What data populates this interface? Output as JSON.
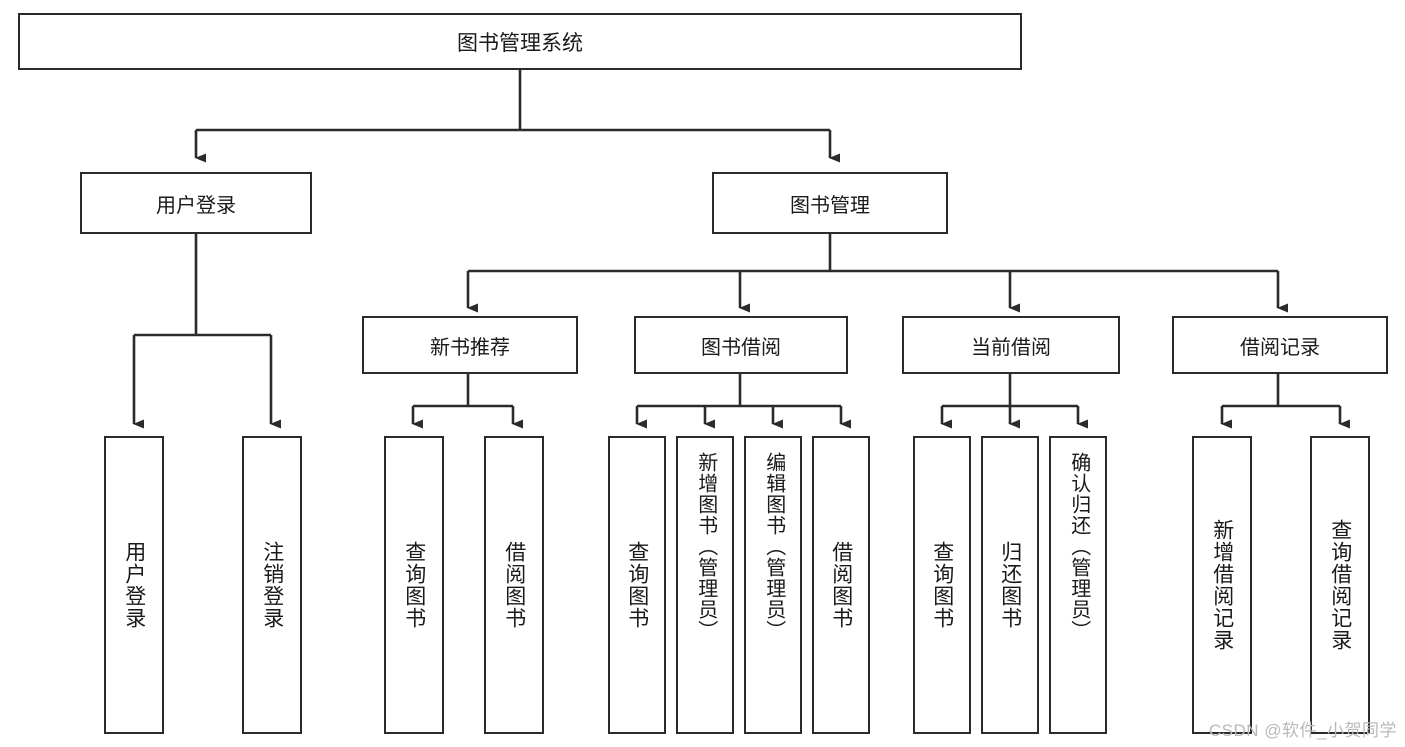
{
  "diagram": {
    "title": "图书管理系统",
    "type": "tree-hierarchy-diagram",
    "watermark": "CSDN @软件_小贺同学",
    "colors": {
      "background": "#ffffff",
      "box_border": "#2b2b2b",
      "box_fill": "#ffffff",
      "text": "#1a1a1a",
      "edge": "#2b2b2b",
      "watermark": "#b9b9b9"
    },
    "root": {
      "label": "图书管理系统"
    },
    "level2": [
      {
        "label": "用户登录"
      },
      {
        "label": "图书管理"
      }
    ],
    "level3": [
      {
        "label": "新书推荐"
      },
      {
        "label": "图书借阅"
      },
      {
        "label": "当前借阅"
      },
      {
        "label": "借阅记录"
      }
    ],
    "leaves": {
      "user_login": [
        {
          "label": "用户登录"
        },
        {
          "label": "注销登录"
        }
      ],
      "new_book_recommend": [
        {
          "label": "查询图书"
        },
        {
          "label": "借阅图书"
        }
      ],
      "book_borrow": [
        {
          "label": "查询图书"
        },
        {
          "label": "新增图书（管理员）"
        },
        {
          "label": "编辑图书（管理员）"
        },
        {
          "label": "借阅图书"
        }
      ],
      "current_borrow": [
        {
          "label": "查询图书"
        },
        {
          "label": "归还图书"
        },
        {
          "label": "确认归还（管理员）"
        }
      ],
      "borrow_record": [
        {
          "label": "新增借阅记录"
        },
        {
          "label": "查询借阅记录"
        }
      ]
    }
  }
}
